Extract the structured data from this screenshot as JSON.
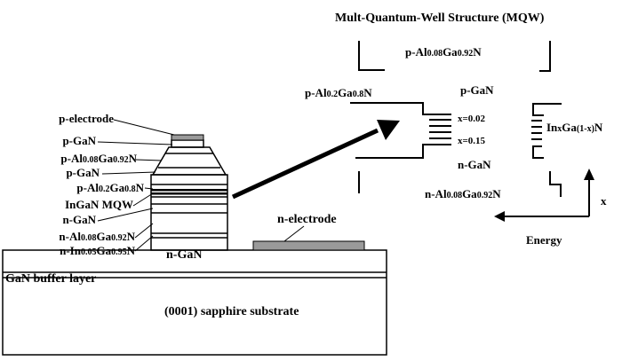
{
  "colors": {
    "ink": "#000000",
    "electrode": "#9a9a9a",
    "paper": "#ffffff"
  },
  "device": {
    "substrate": "(0001) sapphire substrate",
    "buffer": "GaN buffer layer",
    "n_gan_base": "n-GaN",
    "n_electrode": "n-electrode",
    "layers": [
      {
        "text": "p-electrode"
      },
      {
        "text": "p-GaN"
      },
      {
        "main1": "p-Al",
        "sub1": "0.08",
        "main2": "Ga",
        "sub2": "0.92",
        "main3": "N"
      },
      {
        "text": "p-GaN"
      },
      {
        "main1": "p-Al",
        "sub1": "0.2",
        "main2": "Ga",
        "sub2": "0.8",
        "main3": "N"
      },
      {
        "text": "InGaN MQW"
      },
      {
        "text": "n-GaN"
      },
      {
        "main1": "n-Al",
        "sub1": "0.08",
        "main2": "Ga",
        "sub2": "0.92",
        "main3": "N"
      },
      {
        "main1": "n-In",
        "sub1": "0.05",
        "main2": "Ga",
        "sub2": "0.95",
        "main3": "N"
      }
    ]
  },
  "mqw": {
    "title": "Mult-Quantum-Well Structure (MQW)",
    "p_algan_top": {
      "main1": "p-Al",
      "sub1": "0.08",
      "main2": "Ga",
      "sub2": "0.92",
      "main3": "N"
    },
    "p_algan_02": {
      "main1": "p-Al",
      "sub1": "0.2",
      "main2": "Ga",
      "sub2": "0.8",
      "main3": "N"
    },
    "p_gan": "p-GaN",
    "x1": "x=0.02",
    "x2": "x=0.15",
    "ingan": {
      "main1": "In",
      "sub1": "x",
      "main2": "Ga",
      "sub2": "(1-x)",
      "main3": "N"
    },
    "n_gan": "n-GaN",
    "n_algan": {
      "main1": "n-Al",
      "sub1": "0.08",
      "main2": "Ga",
      "sub2": "0.92",
      "main3": "N"
    },
    "energy_label": "Energy",
    "x_axis_label": "x"
  }
}
